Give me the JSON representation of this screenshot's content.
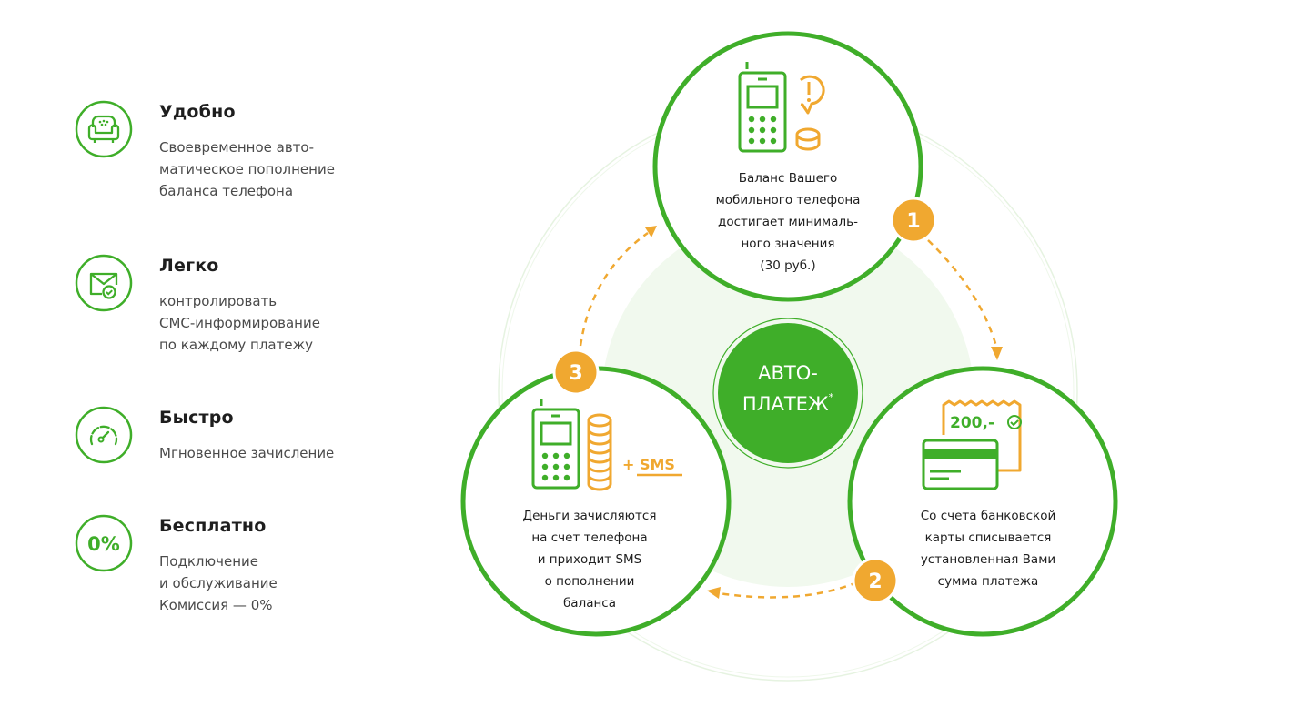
{
  "features": [
    {
      "icon": "armchair-icon",
      "title": "Удобно",
      "description": "Своевременное авто-\nматическое пополнение\nбаланса телефона"
    },
    {
      "icon": "envelope-check-icon",
      "title": "Легко",
      "description": "контролировать\nСМС-информирование\nпо каждому платежу"
    },
    {
      "icon": "speedometer-icon",
      "title": "Быстро",
      "description": "Мгновенное зачисление"
    },
    {
      "icon": "zero-percent-icon",
      "icon_text": "0%",
      "title": "Бесплатно",
      "description": "Подключение\nи обслуживание\nКомиссия — 0%"
    }
  ],
  "center": {
    "label": "АВТО-\nПЛАТЕЖ",
    "asterisk": "*"
  },
  "steps": [
    {
      "number": "1",
      "icon": "phone-low-balance-icon",
      "text": "Баланс Вашего\nмобильного телефона\nдостигает минималь-\nного значения\n(30 руб.)"
    },
    {
      "number": "2",
      "icon": "card-receipt-icon",
      "receipt_amount": "200,-",
      "text": "Со счета банковской\nкарты списывается\nустановленная Вами\nсумма платежа"
    },
    {
      "number": "3",
      "icon": "phone-coins-sms-icon",
      "sms_label": "+ SMS",
      "text": "Деньги зачисляются\nна счет телефона\nи приходит SMS\nо пополнении\nбаланса"
    }
  ],
  "colors": {
    "green": "#3fae29",
    "orange": "#f0a830",
    "pale_green": "#f1f9ee",
    "text": "#1e1e1e",
    "muted_text": "#4a4a4a"
  }
}
